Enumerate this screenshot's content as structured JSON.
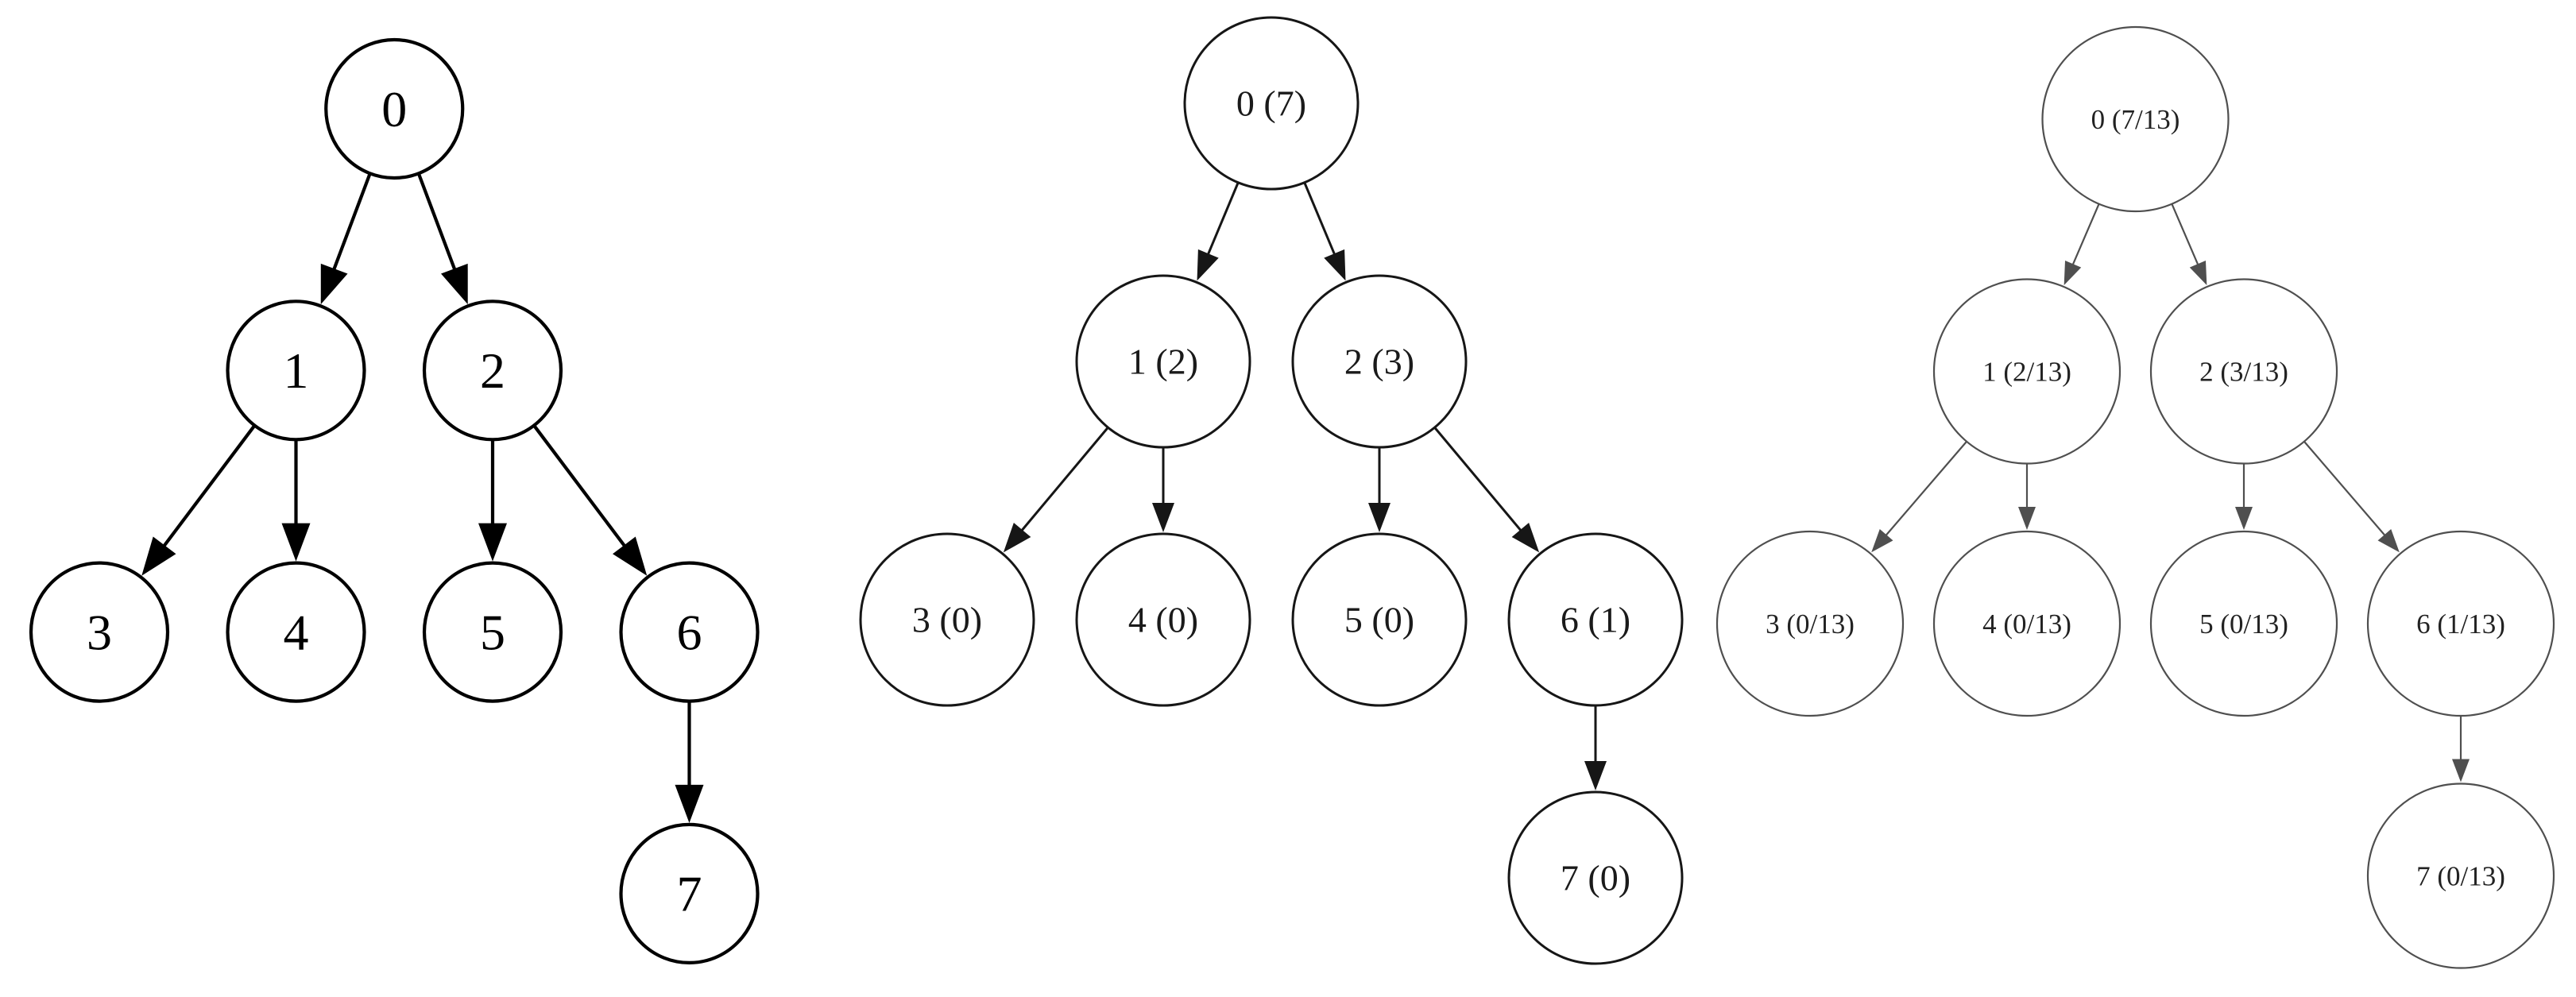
{
  "figure": {
    "type": "tree-diagram",
    "background_color": "#ffffff",
    "trees": [
      {
        "name": "tree-plain",
        "stroke_color": "#000000",
        "label_color": "#000000",
        "nodes": [
          {
            "id": "0",
            "label": "0"
          },
          {
            "id": "1",
            "label": "1"
          },
          {
            "id": "2",
            "label": "2"
          },
          {
            "id": "3",
            "label": "3"
          },
          {
            "id": "4",
            "label": "4"
          },
          {
            "id": "5",
            "label": "5"
          },
          {
            "id": "6",
            "label": "6"
          },
          {
            "id": "7",
            "label": "7"
          }
        ],
        "edges": [
          {
            "from": "0",
            "to": "1"
          },
          {
            "from": "0",
            "to": "2"
          },
          {
            "from": "1",
            "to": "3"
          },
          {
            "from": "1",
            "to": "4"
          },
          {
            "from": "2",
            "to": "5"
          },
          {
            "from": "2",
            "to": "6"
          },
          {
            "from": "6",
            "to": "7"
          }
        ]
      },
      {
        "name": "tree-counts",
        "stroke_color": "#161616",
        "label_color": "#1a1a1a",
        "nodes": [
          {
            "id": "0",
            "label": "0 (7)"
          },
          {
            "id": "1",
            "label": "1 (2)"
          },
          {
            "id": "2",
            "label": "2 (3)"
          },
          {
            "id": "3",
            "label": "3 (0)"
          },
          {
            "id": "4",
            "label": "4 (0)"
          },
          {
            "id": "5",
            "label": "5 (0)"
          },
          {
            "id": "6",
            "label": "6 (1)"
          },
          {
            "id": "7",
            "label": "7 (0)"
          }
        ],
        "edges": [
          {
            "from": "0",
            "to": "1"
          },
          {
            "from": "0",
            "to": "2"
          },
          {
            "from": "1",
            "to": "3"
          },
          {
            "from": "1",
            "to": "4"
          },
          {
            "from": "2",
            "to": "5"
          },
          {
            "from": "2",
            "to": "6"
          },
          {
            "from": "6",
            "to": "7"
          }
        ]
      },
      {
        "name": "tree-fractions",
        "stroke_color": "#4f4f4f",
        "label_color": "#222222",
        "nodes": [
          {
            "id": "0",
            "label": "0 (7/13)"
          },
          {
            "id": "1",
            "label": "1 (2/13)"
          },
          {
            "id": "2",
            "label": "2 (3/13)"
          },
          {
            "id": "3",
            "label": "3 (0/13)"
          },
          {
            "id": "4",
            "label": "4 (0/13)"
          },
          {
            "id": "5",
            "label": "5 (0/13)"
          },
          {
            "id": "6",
            "label": "6 (1/13)"
          },
          {
            "id": "7",
            "label": "7 (0/13)"
          }
        ],
        "edges": [
          {
            "from": "0",
            "to": "1"
          },
          {
            "from": "0",
            "to": "2"
          },
          {
            "from": "1",
            "to": "3"
          },
          {
            "from": "1",
            "to": "4"
          },
          {
            "from": "2",
            "to": "5"
          },
          {
            "from": "2",
            "to": "6"
          },
          {
            "from": "6",
            "to": "7"
          }
        ]
      }
    ]
  }
}
